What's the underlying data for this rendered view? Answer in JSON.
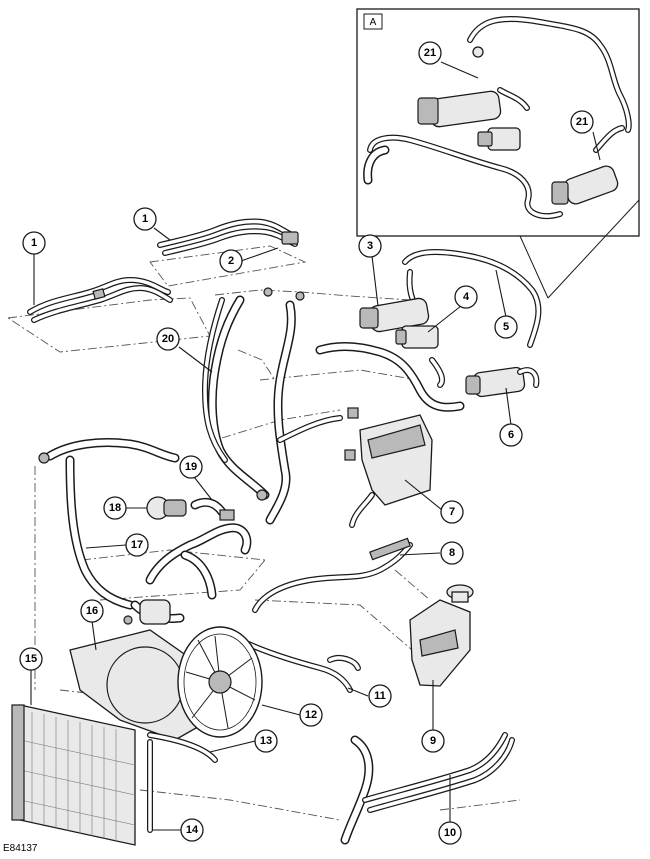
{
  "figure_code": "E84137",
  "detail_view_label": "A",
  "callouts": [
    {
      "id": "c1a",
      "label": "1"
    },
    {
      "id": "c1b",
      "label": "1"
    },
    {
      "id": "c2",
      "label": "2"
    },
    {
      "id": "c3",
      "label": "3"
    },
    {
      "id": "c4",
      "label": "4"
    },
    {
      "id": "c5",
      "label": "5"
    },
    {
      "id": "c6",
      "label": "6"
    },
    {
      "id": "c7",
      "label": "7"
    },
    {
      "id": "c8",
      "label": "8"
    },
    {
      "id": "c9",
      "label": "9"
    },
    {
      "id": "c10",
      "label": "10"
    },
    {
      "id": "c11",
      "label": "11"
    },
    {
      "id": "c12",
      "label": "12"
    },
    {
      "id": "c13",
      "label": "13"
    },
    {
      "id": "c14",
      "label": "14"
    },
    {
      "id": "c15",
      "label": "15"
    },
    {
      "id": "c16",
      "label": "16"
    },
    {
      "id": "c17",
      "label": "17"
    },
    {
      "id": "c18",
      "label": "18"
    },
    {
      "id": "c19",
      "label": "19"
    },
    {
      "id": "c20",
      "label": "20"
    },
    {
      "id": "c21a",
      "label": "21"
    },
    {
      "id": "c21b",
      "label": "21"
    }
  ]
}
